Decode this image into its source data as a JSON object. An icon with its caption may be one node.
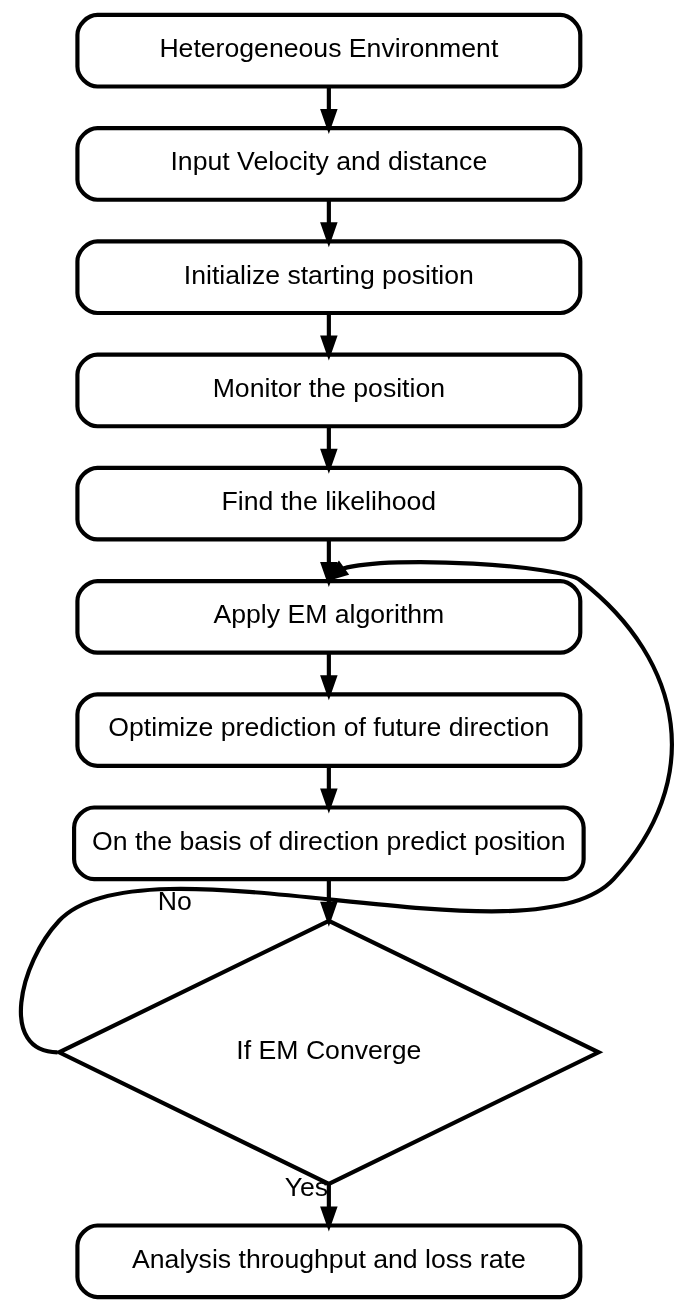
{
  "diagram": {
    "nodes": [
      {
        "text": [
          "Heterogeneous Environment"
        ]
      },
      {
        "text": [
          "Input Velocity and distance"
        ]
      },
      {
        "text": [
          "Initialize starting position"
        ]
      },
      {
        "text": [
          "Monitor the position"
        ]
      },
      {
        "text": [
          "Find the likelihood"
        ]
      },
      {
        "text": [
          "Apply EM algorithm"
        ]
      },
      {
        "text": [
          "Optimize prediction of future direction"
        ]
      },
      {
        "text": [
          "On the basis of direction predict position"
        ]
      },
      {
        "text": [
          "If EM Converge"
        ]
      },
      {
        "text": [
          "Analysis throughput and loss rate"
        ]
      }
    ],
    "edges": [
      {
        "from": 0,
        "to": 1,
        "arrow": "to"
      },
      {
        "from": 1,
        "to": 2,
        "arrow": "to"
      },
      {
        "from": 2,
        "to": 3,
        "arrow": "to"
      },
      {
        "from": 3,
        "to": 4,
        "arrow": "to"
      },
      {
        "from": 4,
        "to": 5,
        "arrow": "to"
      },
      {
        "from": 5,
        "to": 6,
        "arrow": "to"
      },
      {
        "from": 6,
        "to": 7,
        "arrow": "to"
      },
      {
        "from": 7,
        "to": 8,
        "arrow": "to"
      },
      {
        "from": 8,
        "to": 5,
        "arrow": "to",
        "label": "No"
      },
      {
        "from": 8,
        "to": 9,
        "arrow": "to",
        "label": "Yes"
      }
    ]
  }
}
